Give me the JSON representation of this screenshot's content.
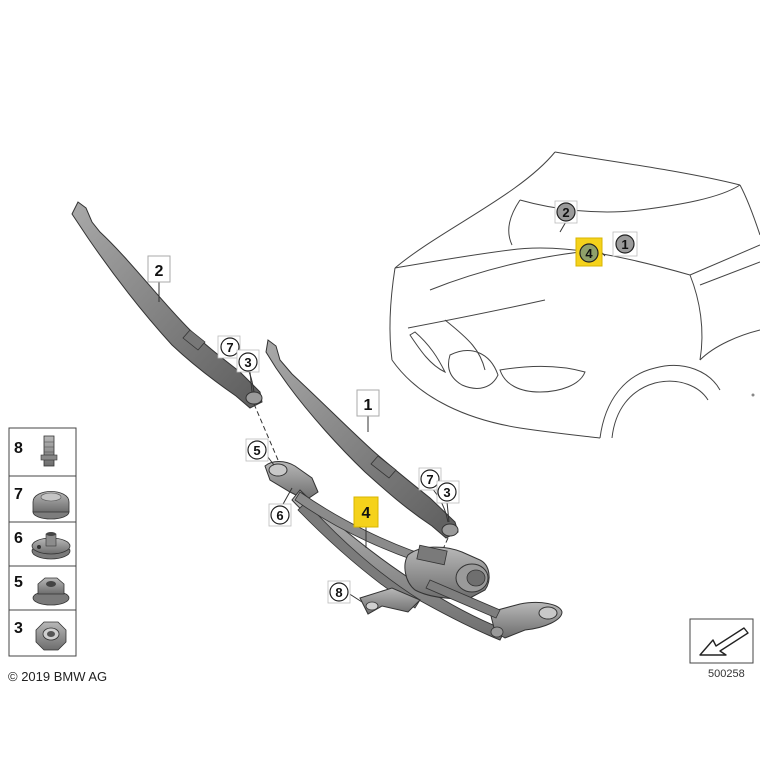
{
  "callouts": {
    "arm_left": "2",
    "arm_right": "1",
    "linkage": "4",
    "nut_cap_left": "7",
    "nut_left": "3",
    "nut_cap_right": "7",
    "nut_right": "3",
    "nut_flange": "5",
    "spacer": "6",
    "bolt": "8",
    "car_2": "2",
    "car_4": "4",
    "car_1": "1"
  },
  "legend": {
    "items": [
      {
        "num": "8",
        "part": "stud-bolt"
      },
      {
        "num": "7",
        "part": "nut-cap"
      },
      {
        "num": "6",
        "part": "grommet"
      },
      {
        "num": "5",
        "part": "flange-nut"
      },
      {
        "num": "3",
        "part": "hex-nut"
      }
    ]
  },
  "footer": {
    "copyright": "© 2019 BMW AG",
    "diagram_number": "500258"
  },
  "colors": {
    "highlight": "#f5d21b",
    "part_fill": "#8a8a8a",
    "part_dark": "#555555",
    "outline": "#333333"
  }
}
